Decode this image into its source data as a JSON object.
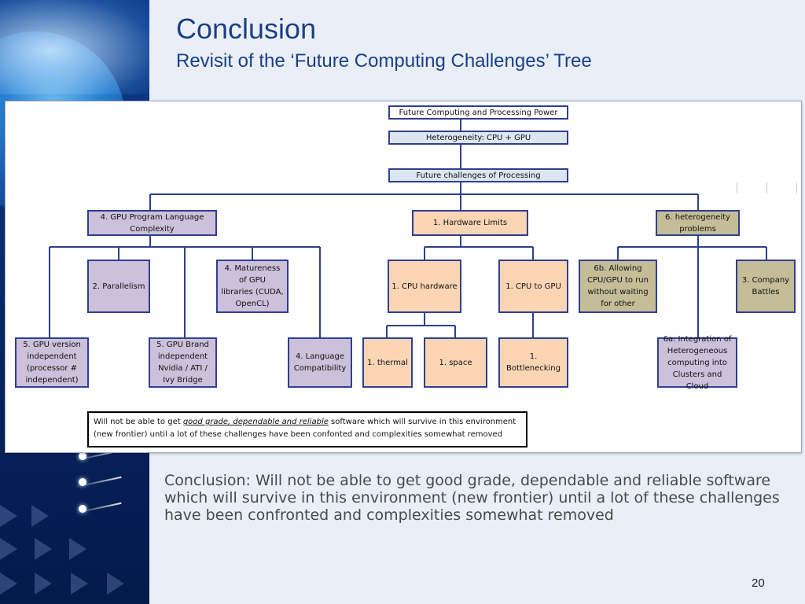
{
  "slide": {
    "title": "Conclusion",
    "subtitle": "Revisit of the ‘Future Computing Challenges’ Tree",
    "body": "Conclusion: Will not be able to get good grade, dependable and reliable software which will survive in this environment (new frontier) until a lot of these challenges have been confronted and complexities somewhat removed",
    "page_number": "20"
  },
  "diagram": {
    "root": "Future Computing and Processing Power",
    "heterogeneity": "Heterogeneity: CPU + GPU",
    "challenges": "Future challenges of Processing",
    "gpu_language": "4. GPU Program Language\nComplexity",
    "hardware_limits": "1. Hardware Limits",
    "heterogeneity_problems": "6. heterogeneity\nproblems",
    "parallelism": "2. Parallelism",
    "matureness": "4. Matureness\nof GPU\nlibraries (CUDA,\nOpenCL)",
    "cpu_hardware": "1. CPU hardware",
    "cpu_to_gpu": "1. CPU to GPU",
    "allowing": "6b. Allowing\nCPU/GPU to run\nwithout waiting\nfor other",
    "company_battles": "3. Company\nBattles",
    "gpu_version": "5. GPU version\nindependent\n(processor #\nindependent)",
    "gpu_brand": "5. GPU Brand\nindependent\nNvidia / ATI /\nIvy Bridge",
    "language_compat": "4. Language\nCompatibility",
    "thermal": "1. thermal",
    "space": "1. space",
    "bottlenecking": "1. Bottlenecking",
    "integration": "6a. Integration of\nHeterogeneous\ncomputing into\nClusters and Cloud",
    "note": {
      "prefix": "Will not be able to get ",
      "emphasis": "good grade, dependable and reliable",
      "suffix": "  software which will survive in this environment (new frontier) until a lot of these challenges have been confonted and complexities somewhat removed"
    }
  },
  "colors": {
    "title": "#1a3f86",
    "box_border": "#2f3f8f",
    "lavender": "#ccc0da",
    "peach": "#fcd5b5",
    "khaki": "#c4bd97",
    "light_blue": "#dce6f2"
  }
}
